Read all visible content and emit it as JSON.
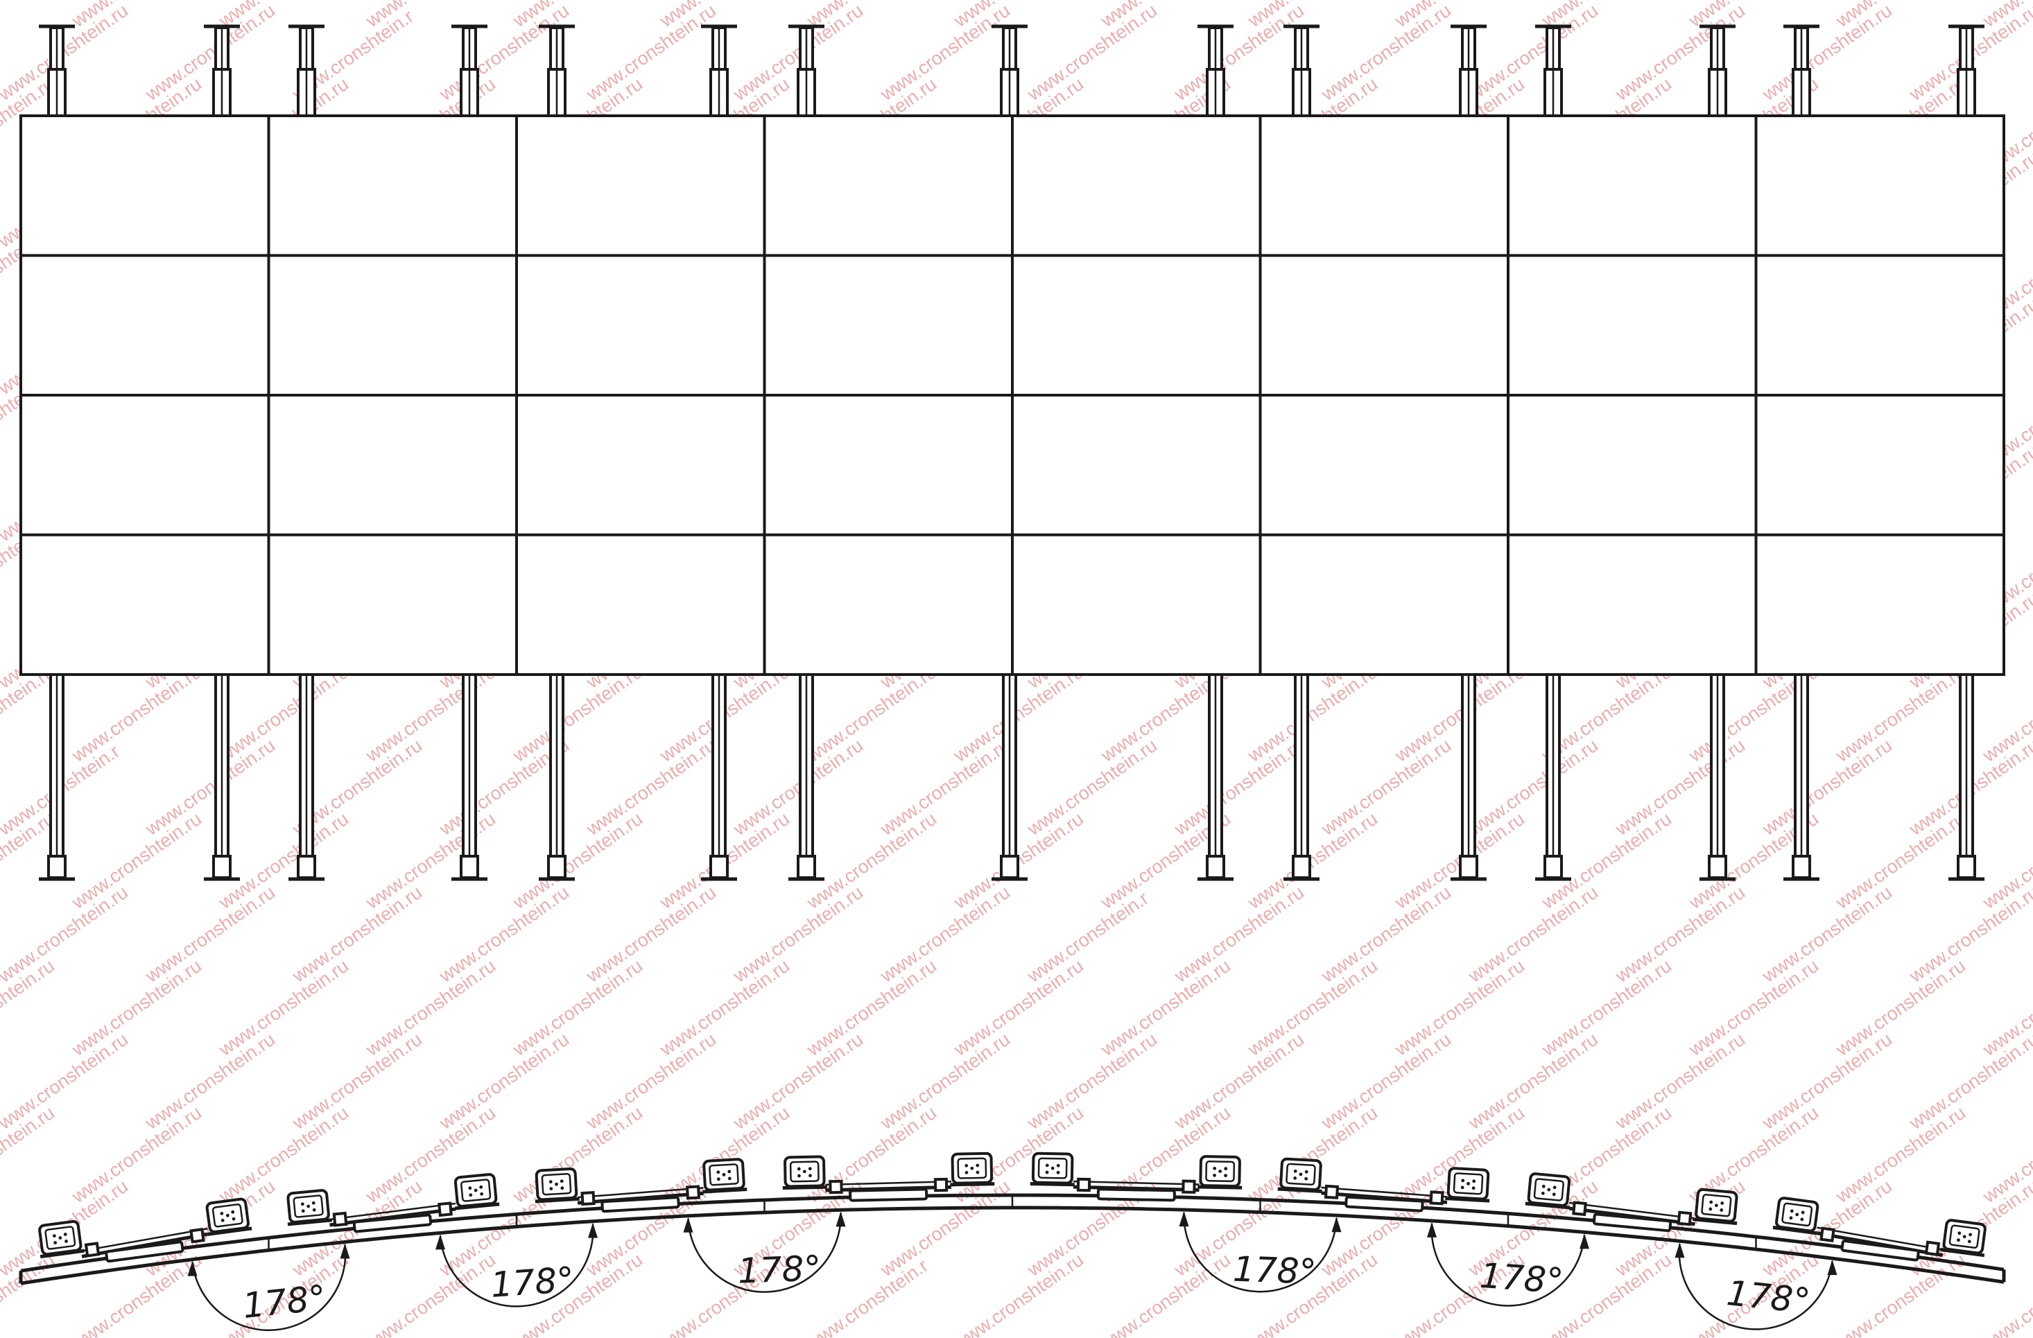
{
  "watermark": "www.cronshtein.ru",
  "watermark_variant": "www.cronshtein.r",
  "grid": {
    "columns": 8,
    "rows": 4
  },
  "angles": [
    "178°",
    "178°",
    "178°",
    "178°",
    "178°",
    "178°"
  ],
  "colors": {
    "line": "#1a1a1a",
    "watermark": "#e06a6a",
    "background": "#ffffff"
  }
}
